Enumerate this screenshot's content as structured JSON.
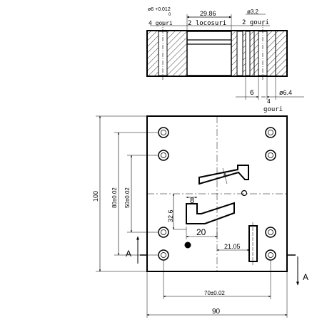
{
  "top_view": {
    "hole_tol_label": "ø6 +0.012",
    "hole_tol_zero": "0",
    "four_holes_label": "4 gouri",
    "dim_width_slots": "29.86",
    "two_slots_label": "2 locosuri",
    "dim_diam_small": "ø3.2",
    "two_holes_label": "2 gouri",
    "dim_six": "6",
    "dim_diam_large": "ø6.4",
    "four_holes_bottom_num": "4",
    "four_holes_bottom_word": "gouri"
  },
  "front_view": {
    "dim_height_total": "100",
    "dim_height_80": "80±0.02",
    "dim_height_50": "50±0.02",
    "dim_32_6": "32.6",
    "dim_8": "8",
    "dim_20": "20",
    "dim_21_05": "21.05",
    "dim_width_70": "70±0.02",
    "dim_width_total": "90",
    "angle_mark": "a",
    "section_label_left": "A",
    "section_label_right": "A"
  },
  "colors": {
    "line": "#000000",
    "background": "#ffffff"
  }
}
